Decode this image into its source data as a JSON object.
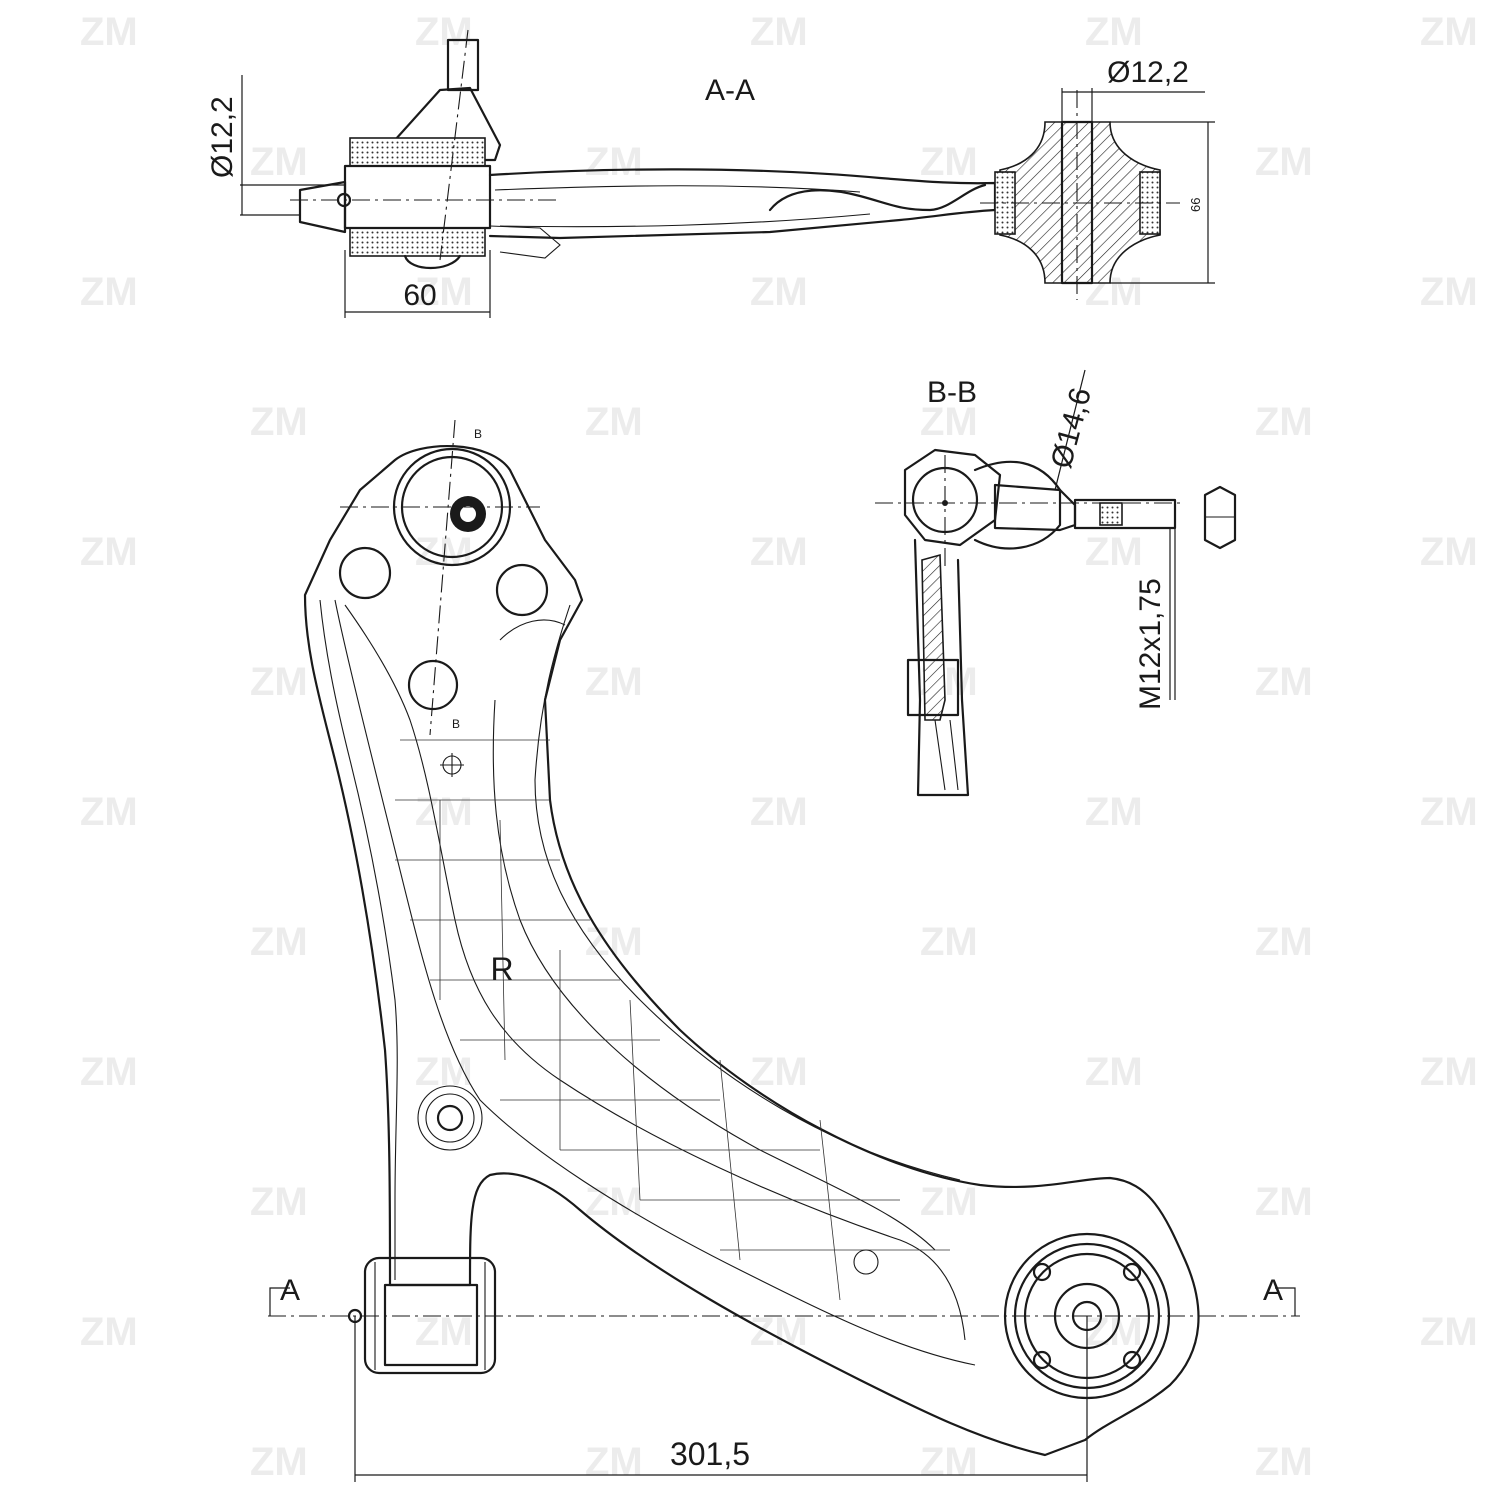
{
  "watermark": "ZM",
  "section_aa": {
    "title": "A-A",
    "dim_left_diameter": "Ø12,2",
    "dim_right_diameter": "Ø12,2",
    "dim_bushing_width": "60",
    "dim_height": "66"
  },
  "section_bb": {
    "title": "B-B",
    "dim_stud_diameter": "Ø14,6",
    "dim_thread": "M12x1,75"
  },
  "plan_view": {
    "side_mark": "R",
    "cut_a_left": "A",
    "cut_a_right": "A",
    "cut_b_top": "B",
    "cut_b_bottom": "B",
    "dim_length": "301,5"
  },
  "colors": {
    "line": "#1a1a1a",
    "watermark": "#ececec",
    "background": "#ffffff"
  }
}
